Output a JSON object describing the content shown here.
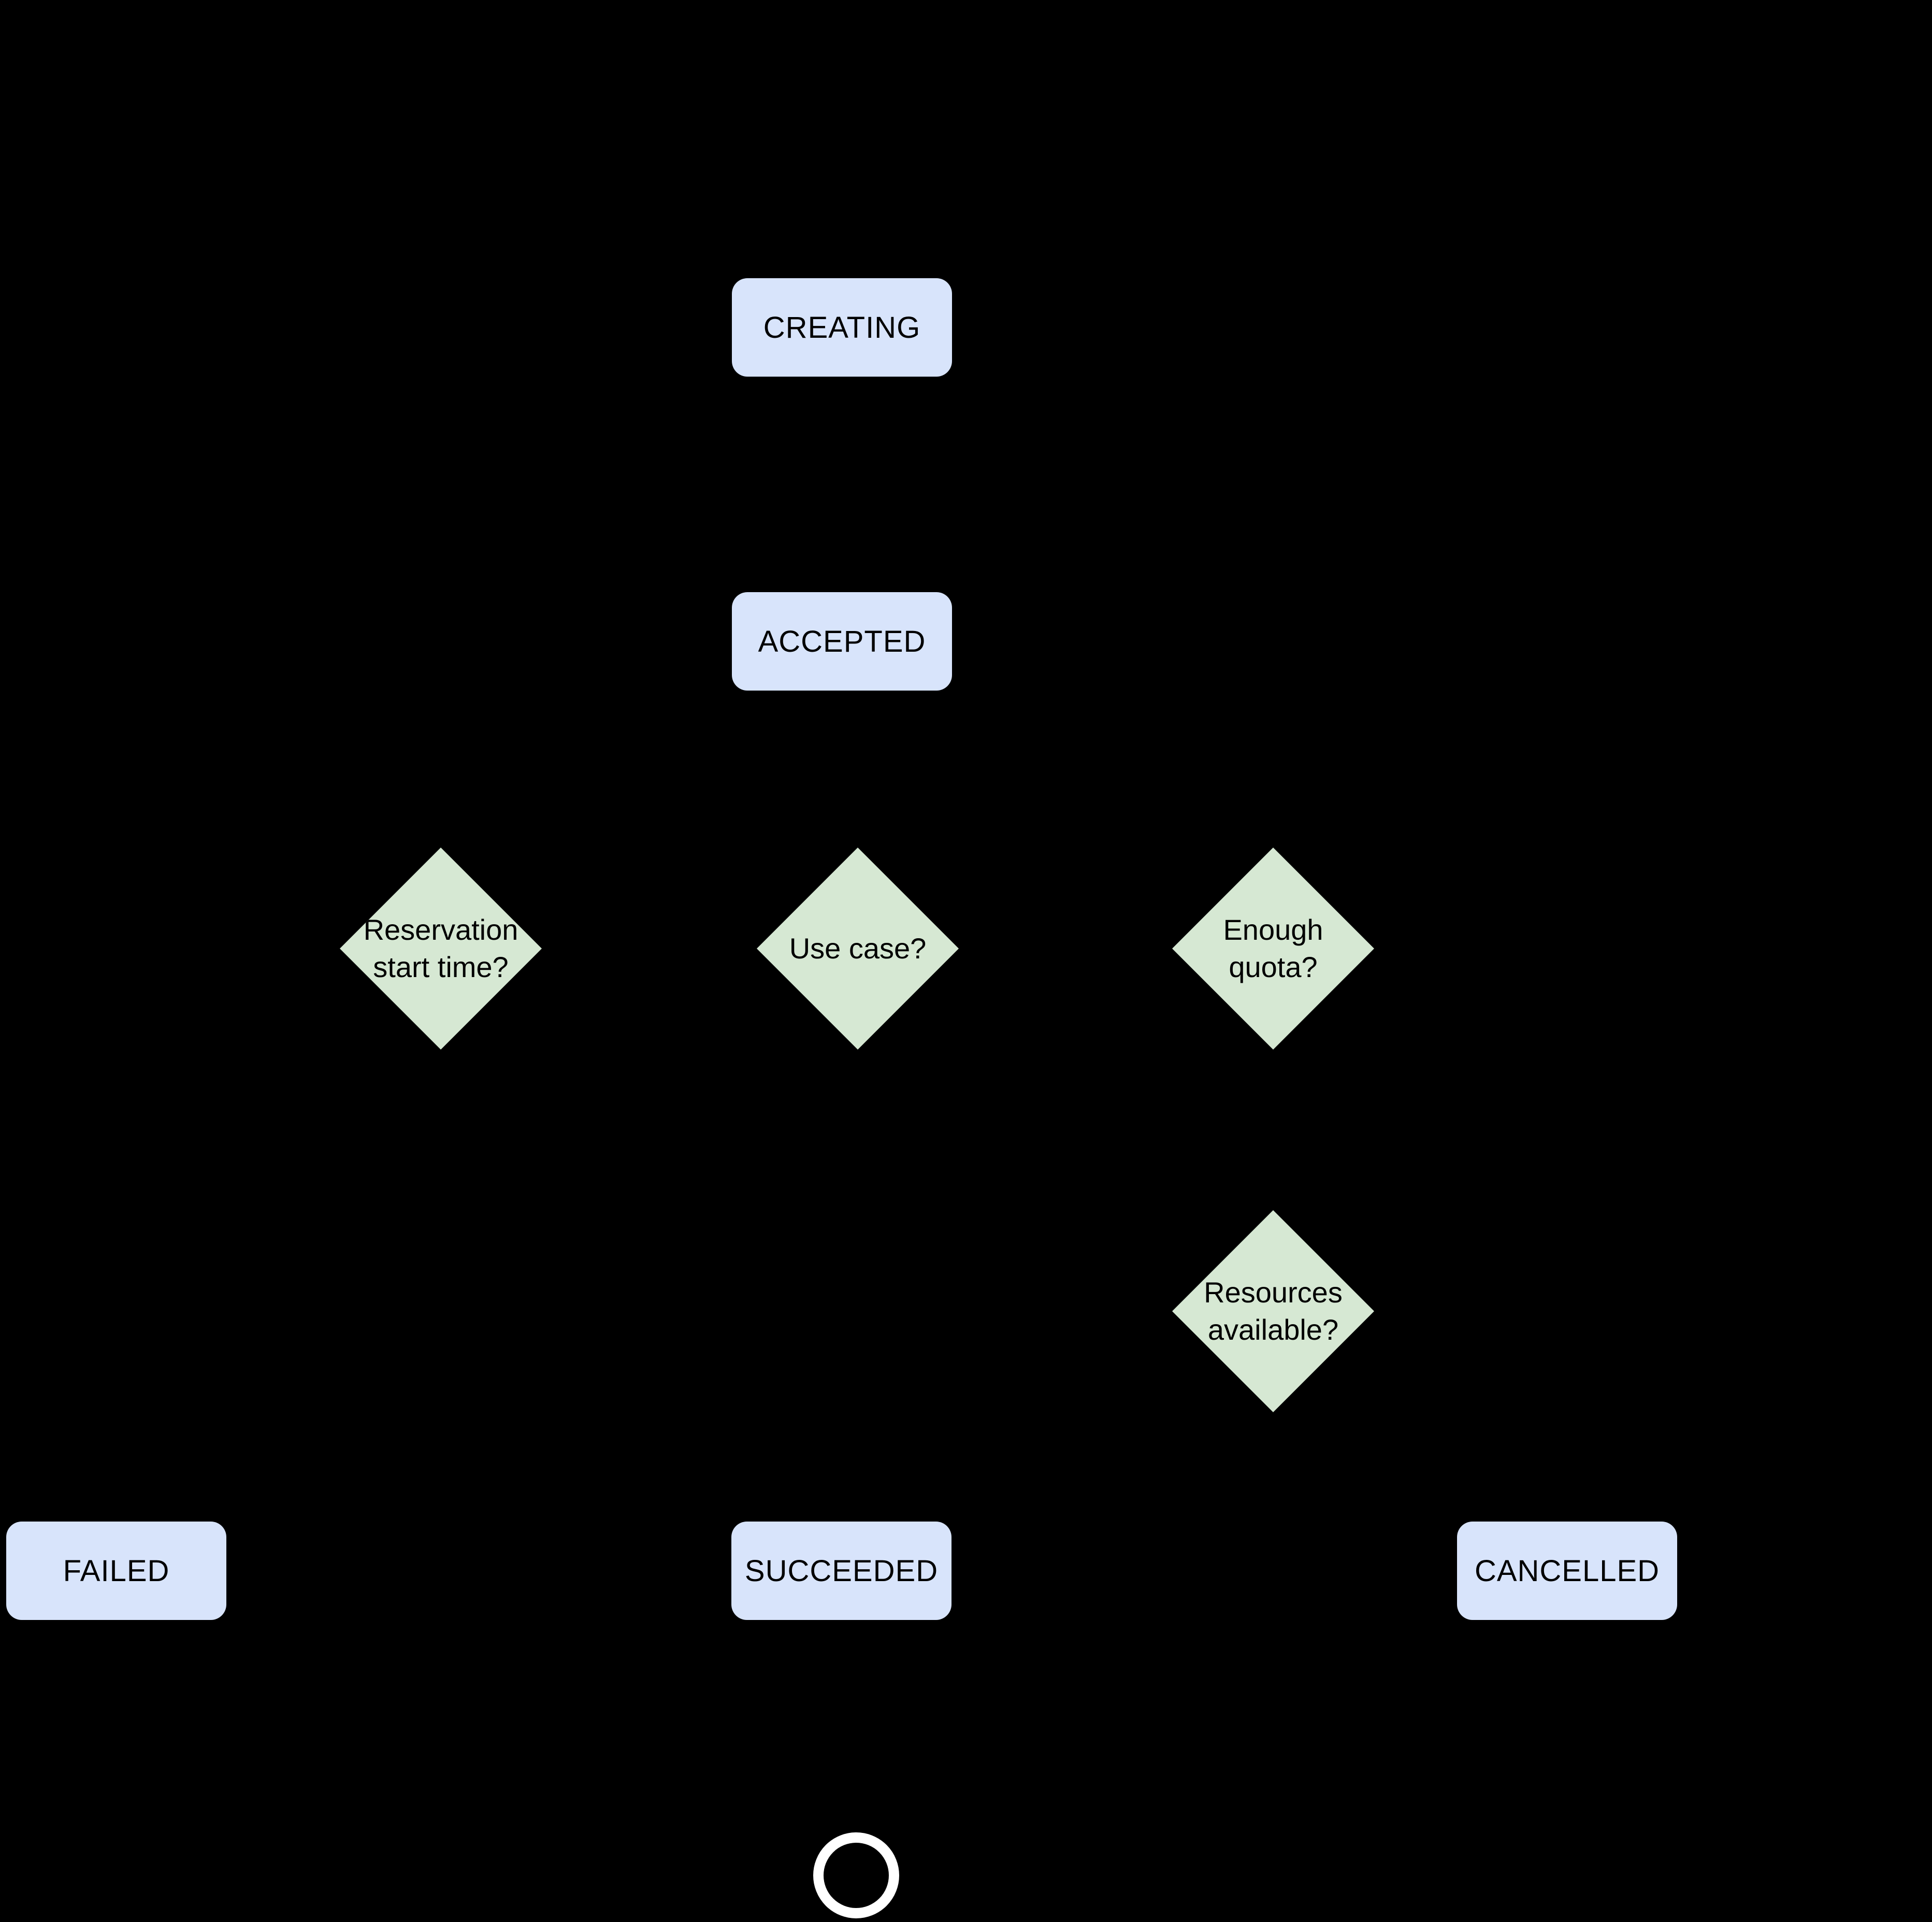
{
  "diagram": {
    "description": "Reservation state machine flowchart on black background; connector arrows are black and not visible",
    "background_color": "#000000",
    "state_fill_color": "#d8e4fb",
    "decision_fill_color": "#d6e8d3",
    "node_text_color": "#000000",
    "end_ring_color": "#ffffff",
    "nodes": {
      "creating": {
        "type": "state",
        "lines": [
          "CREATING"
        ]
      },
      "accepted": {
        "type": "state",
        "lines": [
          "ACCEPTED"
        ]
      },
      "reservation_start_time": {
        "type": "decision",
        "lines": [
          "Reservation",
          "start time?"
        ]
      },
      "use_case": {
        "type": "decision",
        "lines": [
          "Use case?"
        ]
      },
      "enough_quota": {
        "type": "decision",
        "lines": [
          "Enough",
          "quota?"
        ]
      },
      "resources_available": {
        "type": "decision",
        "lines": [
          "Resources",
          "available?"
        ]
      },
      "failed": {
        "type": "state",
        "lines": [
          "FAILED"
        ]
      },
      "succeeded": {
        "type": "state",
        "lines": [
          "SUCCEEDED"
        ]
      },
      "cancelled": {
        "type": "state",
        "lines": [
          "CANCELLED"
        ]
      },
      "end": {
        "type": "end-state-circle"
      }
    }
  }
}
